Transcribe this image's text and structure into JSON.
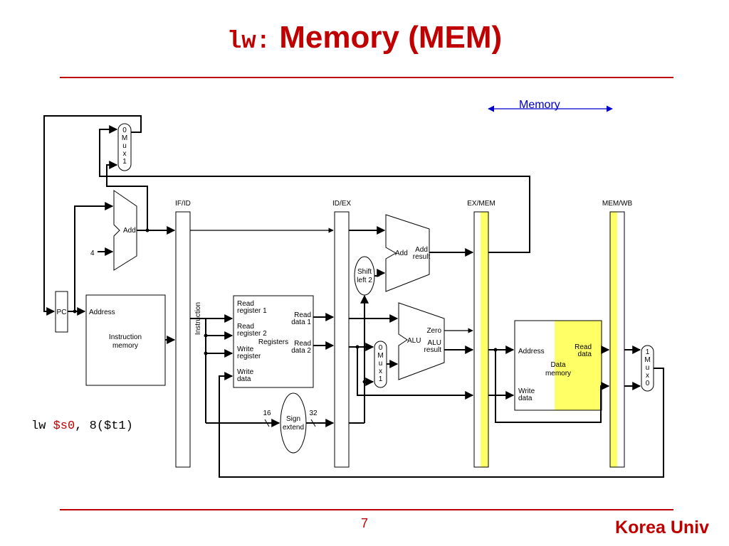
{
  "slide": {
    "title_code": "lw:",
    "title_text": "Memory (MEM)",
    "instruction": {
      "op": "lw ",
      "reg": "$s0",
      "rest": ", 8($t1)"
    },
    "page_number": "7",
    "brand": "Korea Univ"
  },
  "diagram": {
    "stage_annotation": "Memory",
    "pipeline_registers": [
      "IF/ID",
      "ID/EX",
      "EX/MEM",
      "MEM/WB"
    ],
    "pc": "PC",
    "const_four": "4",
    "add_label": "Add",
    "add_result_label": "Add\nresult",
    "instruction_memory": {
      "address": "Address",
      "name": "Instruction\nmemory",
      "instruction_label": "Instruction"
    },
    "registers": {
      "read_register_1": "Read\nregister 1",
      "read_register_2": "Read\nregister 2",
      "write_register": "Write\nregister",
      "write_data": "Write\ndata",
      "name": "Registers",
      "read_data_1": "Read\ndata 1",
      "read_data_2": "Read\ndata 2"
    },
    "shift_left": "Shift\nleft 2",
    "sign_extend": "Sign\nextend",
    "bits_in": "16",
    "bits_out": "32",
    "alu": {
      "name": "ALU",
      "zero": "Zero",
      "result": "ALU\nresult"
    },
    "data_memory": {
      "address": "Address",
      "read_data": "Read\ndata",
      "name": "Data\nmemory",
      "write_data": "Write\ndata"
    },
    "mux_pc": "0\nM\nu\nx\n1",
    "mux_alu": "0\nM\nu\nx\n1",
    "mux_wb": "1\nM\nu\nx\n0",
    "colors": {
      "highlight": "#ffff66",
      "title": "#c00000",
      "annotation": "#0000cc"
    }
  }
}
